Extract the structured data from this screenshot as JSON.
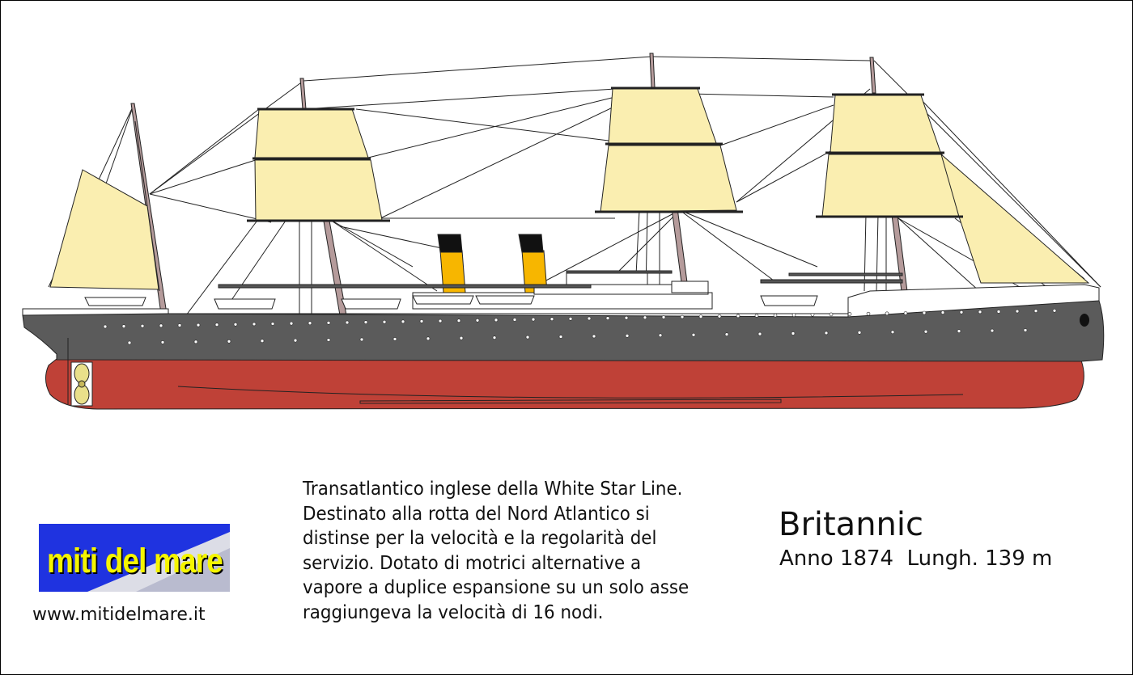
{
  "logo": {
    "text": "miti del mare"
  },
  "website": "www.mitidelmare.it",
  "description": [
    "Transatlantico inglese della White Star Line.",
    "Destinato alla rotta del Nord Atlantico si",
    "distinse per la velocità e la regolarità del",
    "servizio. Dotato di motrici alternative a",
    "vapore a duplice espansione su un solo asse",
    "raggiungeva la velocità di 16 nodi."
  ],
  "ship": {
    "name": "Britannic",
    "info": "Anno 1874  Lungh. 139 m"
  },
  "colors": {
    "hull_upper": "#5b5b5b",
    "hull_lower": "#bf4137",
    "sail": "#faeeb0",
    "funnel_yellow": "#f7b600",
    "funnel_top": "#111111",
    "mast": "#b59b9b",
    "logo_bg": "#1f33e0",
    "logo_text": "#f5f500"
  },
  "icons": [
    "propeller-icon"
  ]
}
